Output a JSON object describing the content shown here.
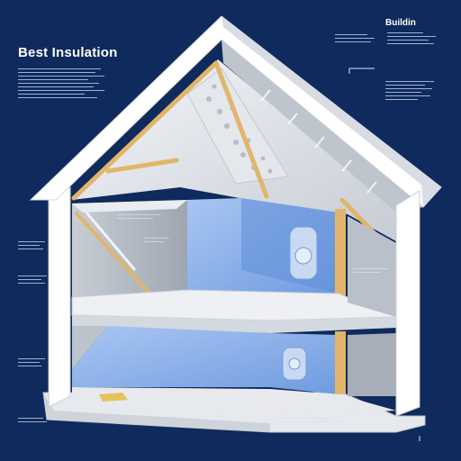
{
  "header": {
    "title": "Best Insulation",
    "brand": "Buildin"
  },
  "colors": {
    "background": "#0f2a5c",
    "wall": "#ffffff",
    "insulation_blue": "#8fb4ea",
    "timber": "#e1b56a",
    "shadow_gray": "#9aa3ad"
  },
  "icons": [
    "house-cross-section",
    "boiler-icon",
    "radiator-icon"
  ]
}
